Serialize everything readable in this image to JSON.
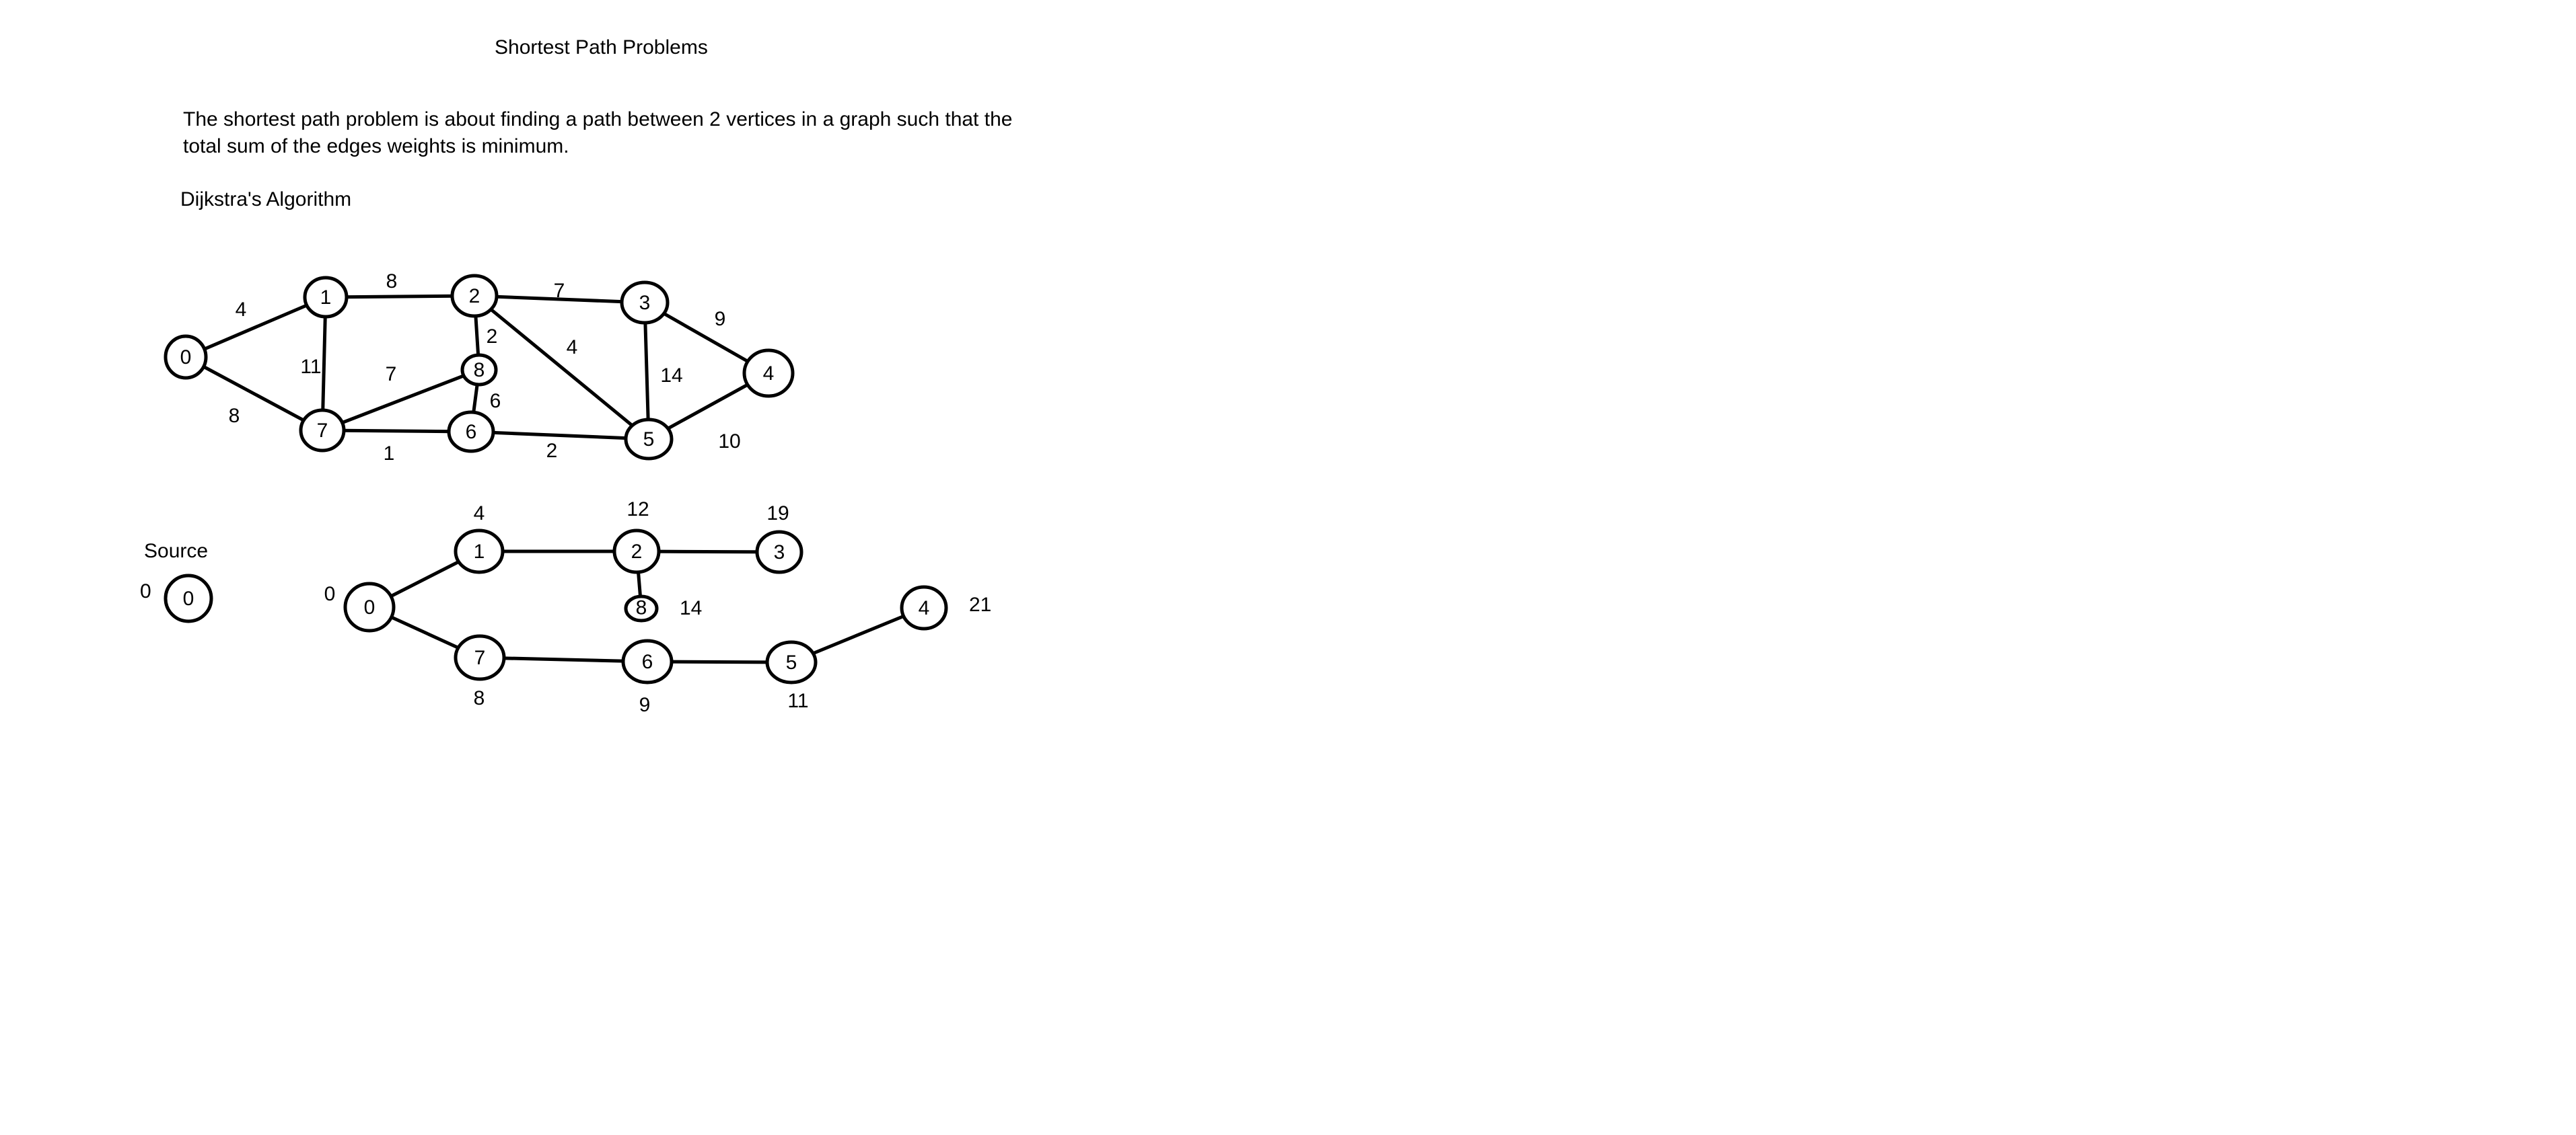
{
  "title": "Shortest Path Problems",
  "description": {
    "line1": "The shortest path problem is about finding a path between 2 vertices in a graph such that the",
    "line2": "total sum of the edges weights is minimum."
  },
  "algorithm_name": "Dijkstra's Algorithm",
  "graph": {
    "nodes": [
      {
        "id": "0",
        "label": "0"
      },
      {
        "id": "1",
        "label": "1"
      },
      {
        "id": "2",
        "label": "2"
      },
      {
        "id": "3",
        "label": "3"
      },
      {
        "id": "4",
        "label": "4"
      },
      {
        "id": "5",
        "label": "5"
      },
      {
        "id": "6",
        "label": "6"
      },
      {
        "id": "7",
        "label": "7"
      },
      {
        "id": "8",
        "label": "8"
      }
    ],
    "edges": [
      {
        "from": "0",
        "to": "1",
        "weight": "4"
      },
      {
        "from": "0",
        "to": "7",
        "weight": "8"
      },
      {
        "from": "1",
        "to": "2",
        "weight": "8"
      },
      {
        "from": "1",
        "to": "7",
        "weight": "11"
      },
      {
        "from": "2",
        "to": "3",
        "weight": "7"
      },
      {
        "from": "2",
        "to": "8",
        "weight": "2"
      },
      {
        "from": "2",
        "to": "5",
        "weight": "4"
      },
      {
        "from": "3",
        "to": "4",
        "weight": "9"
      },
      {
        "from": "3",
        "to": "5",
        "weight": "14"
      },
      {
        "from": "4",
        "to": "5",
        "weight": "10"
      },
      {
        "from": "5",
        "to": "6",
        "weight": "2"
      },
      {
        "from": "6",
        "to": "7",
        "weight": "1"
      },
      {
        "from": "6",
        "to": "8",
        "weight": "6"
      },
      {
        "from": "7",
        "to": "8",
        "weight": "7"
      }
    ]
  },
  "source": {
    "label": "Source",
    "node_label": "0",
    "distance": "0"
  },
  "shortest_path_tree": {
    "nodes": [
      {
        "id": "0",
        "label": "0",
        "distance": "0"
      },
      {
        "id": "1",
        "label": "1",
        "distance": "4"
      },
      {
        "id": "2",
        "label": "2",
        "distance": "12"
      },
      {
        "id": "3",
        "label": "3",
        "distance": "19"
      },
      {
        "id": "8",
        "label": "8",
        "distance": "14"
      },
      {
        "id": "7",
        "label": "7",
        "distance": "8"
      },
      {
        "id": "6",
        "label": "6",
        "distance": "9"
      },
      {
        "id": "5",
        "label": "5",
        "distance": "11"
      },
      {
        "id": "4",
        "label": "4",
        "distance": "21"
      }
    ],
    "edges": [
      {
        "from": "0",
        "to": "1"
      },
      {
        "from": "1",
        "to": "2"
      },
      {
        "from": "2",
        "to": "3"
      },
      {
        "from": "2",
        "to": "8"
      },
      {
        "from": "0",
        "to": "7"
      },
      {
        "from": "7",
        "to": "6"
      },
      {
        "from": "6",
        "to": "5"
      },
      {
        "from": "5",
        "to": "4"
      }
    ]
  }
}
